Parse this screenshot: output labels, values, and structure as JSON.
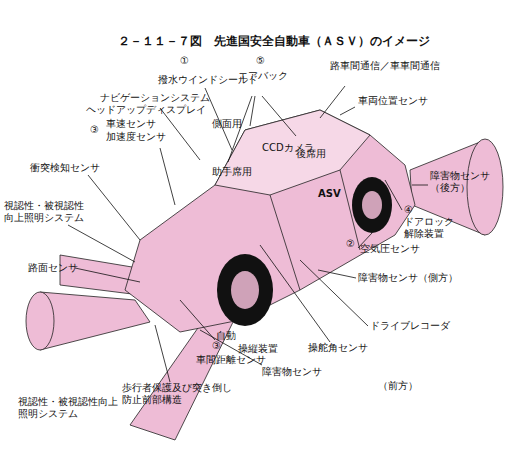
{
  "diagram": {
    "title": "２－１１－７図　先進国安全自動車（ＡＳＶ）のイメージ",
    "labels": [
      "①",
      "撥水ウインドシールド",
      "⑤",
      "エアバック",
      "路車間通信／車車間通信",
      "車両位置センサ",
      "ナビゲーションシステム",
      "ヘッドアップディスプレイ",
      "③",
      "車速センサ",
      "加速度センサ",
      "CCDカメラ",
      "側面用",
      "後席用",
      "衝突検知センサ",
      "障害物センサ（後方）",
      "助手席用",
      "ASV",
      "④",
      "ドアロック解除装置",
      "視認性・被視認性向上照明システム",
      "②",
      "空気圧センサ",
      "路面センサ",
      "障害物センサ（側方）",
      "自動",
      "操縦装置",
      "ドライブレコーダ",
      "操舵角センサ",
      "③",
      "車間距離センサ",
      "障害物センサ",
      "（前方）",
      "歩行者保護及び突き倒し防止前部構造",
      "視認性・被視認性向上照明システム"
    ]
  }
}
